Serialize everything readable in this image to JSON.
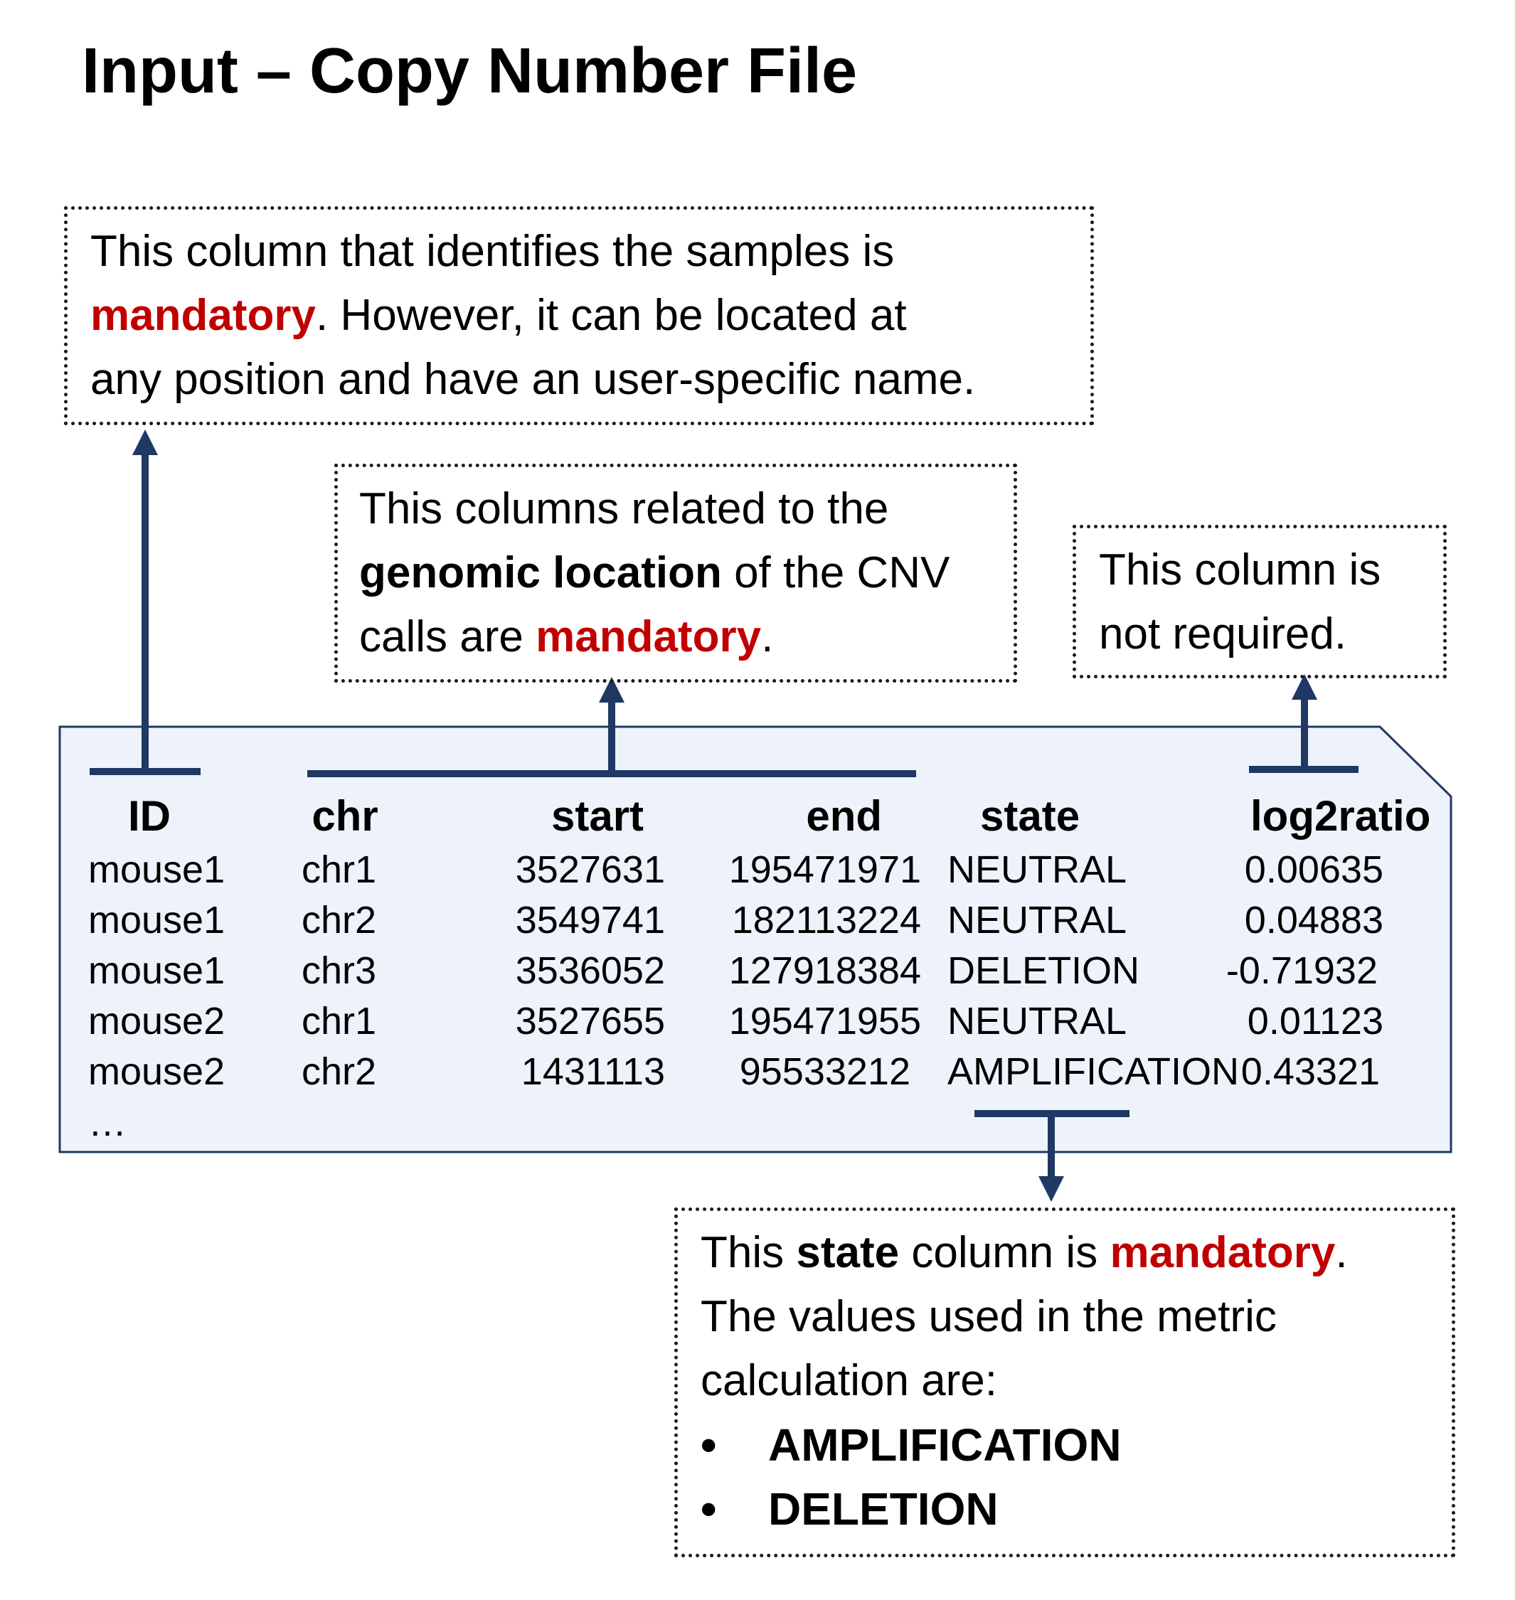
{
  "title": "Input – Copy Number File",
  "notes": {
    "sample_id": {
      "line1": "This column that identifies the samples is",
      "line2_red": "mandatory",
      "line2_rest": ". However, it can be located at",
      "line3": "any position and have an user-specific name."
    },
    "genomic_location": {
      "line1": "This columns related to the",
      "line2_bold": "genomic location",
      "line2_rest": " of the CNV",
      "line3_pre": "calls are ",
      "line3_red": "mandatory",
      "line3_post": "."
    },
    "log2ratio": {
      "line1": "This column is",
      "line2": "not required."
    },
    "state": {
      "line1_pre": "This ",
      "line1_bold": "state",
      "line1_mid": " column is ",
      "line1_red": "mandatory",
      "line1_post": ".",
      "line2": "The values used in the metric",
      "line3": "calculation are:",
      "bullet_symbol": "•",
      "bullets": [
        "AMPLIFICATION",
        "DELETION"
      ]
    }
  },
  "table": {
    "headers": [
      "ID",
      "chr",
      "start",
      "end",
      "state",
      "log2ratio"
    ],
    "rows": [
      [
        "mouse1",
        "chr1",
        "3527631",
        "195471971",
        "NEUTRAL",
        "0.00635"
      ],
      [
        "mouse1",
        "chr2",
        "3549741",
        "182113224",
        "NEUTRAL",
        "0.04883"
      ],
      [
        "mouse1",
        "chr3",
        "3536052",
        "127918384",
        "DELETION",
        "-0.71932"
      ],
      [
        "mouse2",
        "chr1",
        "3527655",
        "195471955",
        "NEUTRAL",
        "0.01123"
      ],
      [
        "mouse2",
        "chr2",
        "1431113",
        "95533212",
        "AMPLIFICATION",
        "0.43321"
      ]
    ],
    "ellipsis": "…"
  },
  "colors": {
    "file_fill": "#eef3fb",
    "file_border": "#1f3864",
    "connector": "#1f3864",
    "mandatory": "#c00000"
  }
}
